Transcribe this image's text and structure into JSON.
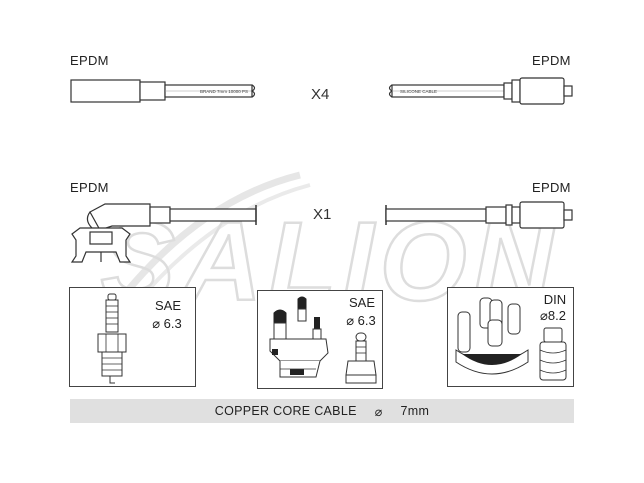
{
  "watermark": {
    "text": "SALION"
  },
  "row1": {
    "left_material": "EPDM",
    "right_material": "EPDM",
    "multiplier": "X4",
    "print_left": "BRAND 7mm 10000 PS",
    "print_right": "SILICONE CABLE"
  },
  "row2": {
    "left_material": "EPDM",
    "right_material": "EPDM",
    "multiplier": "X1"
  },
  "terminals": [
    {
      "standard": "SAE",
      "size": "⌀ 6.3",
      "part": "spark-plug"
    },
    {
      "standard": "SAE",
      "size": "⌀ 6.3",
      "part": "distributor-cap"
    },
    {
      "standard": "DIN",
      "size": "⌀8.2",
      "part": "distributor-cap-din"
    }
  ],
  "cable": {
    "label": "COPPER CORE CABLE",
    "diameter_symbol": "⌀",
    "diameter": "7mm"
  },
  "colors": {
    "line": "#333333",
    "bar": "#e0e0e0",
    "watermark": "#dcdcdc"
  }
}
